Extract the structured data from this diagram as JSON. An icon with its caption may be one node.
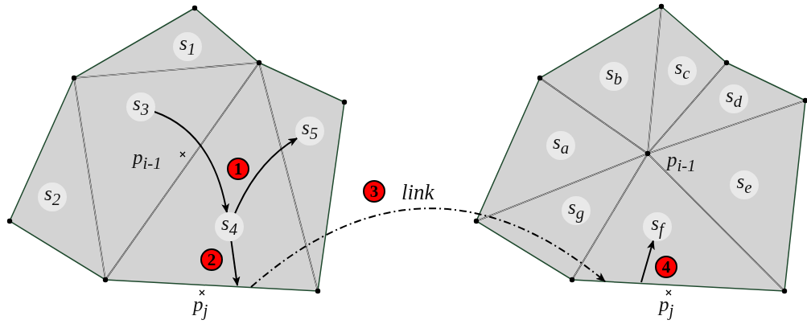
{
  "diagram": {
    "nodes": [
      {
        "text": [],
        "shape": "polygon"
      },
      {
        "text": [
          "s$_{1}$"
        ],
        "in": 0
      },
      {
        "text": [
          "s$_{3}$"
        ],
        "in": 0
      },
      {
        "text": [
          "s$_{5}$"
        ],
        "in": 0
      },
      {
        "text": [
          "s$_{2}$"
        ],
        "in": 0
      },
      {
        "text": [
          "s$_{4}$"
        ],
        "in": 0
      },
      {
        "text": [],
        "shape": "polygon"
      },
      {
        "text": [
          "s$_{b}$"
        ],
        "in": 6
      },
      {
        "text": [
          "s$_{c}$"
        ],
        "in": 6
      },
      {
        "text": [
          "s$_{d}$"
        ],
        "in": 6
      },
      {
        "text": [
          "s$_{a}$"
        ],
        "in": 6
      },
      {
        "text": [
          "s$_{e}$"
        ],
        "in": 6
      },
      {
        "text": [
          "s$_{g}$"
        ],
        "in": 6
      },
      {
        "text": [
          "s$_{f}$"
        ],
        "in": 6
      }
    ],
    "edges": [
      {
        "from": 2,
        "to": 5,
        "arrow": "to"
      },
      {
        "from": 5,
        "to": 3,
        "arrow": "to"
      },
      {
        "from": 5,
        "to": 0,
        "arrow": "to"
      },
      {
        "from": 0,
        "to": 6,
        "arrow": "to",
        "label": "link",
        "style": "dashed"
      },
      {
        "from": 6,
        "to": 13,
        "arrow": "to"
      }
    ],
    "labels": [
      "p$_{i-1}$",
      "1",
      "2",
      "p$_{j}$",
      "3",
      "p$_{i-1}$",
      "4",
      "p$_{j}$"
    ]
  }
}
